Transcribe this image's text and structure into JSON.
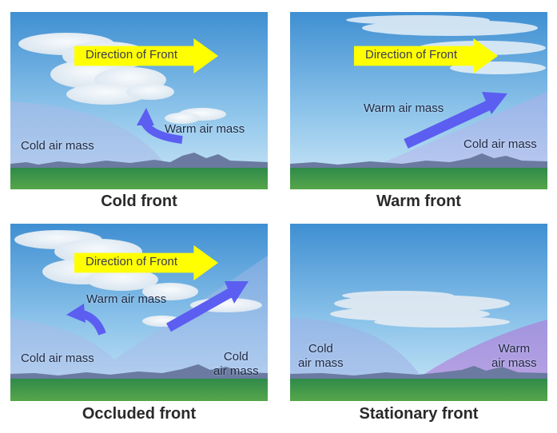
{
  "colors": {
    "sky_top": "#3f8fd2",
    "sky_bottom": "#c9e6f6",
    "ground": "#3f8f48",
    "direction_arrow": "#ffff00",
    "air_arrow": "#5b5ef0"
  },
  "panels": [
    {
      "caption": "Cold front",
      "direction": "Direction of Front",
      "labels": {
        "warm": "Warm air mass",
        "cold": "Cold air mass"
      }
    },
    {
      "caption": "Warm front",
      "direction": "Direction of Front",
      "labels": {
        "warm": "Warm air mass",
        "cold": "Cold air mass"
      }
    },
    {
      "caption": "Occluded front",
      "direction": "Direction of Front",
      "labels": {
        "warm": "Warm air mass",
        "cold_left": "Cold air mass",
        "cold_right_1": "Cold",
        "cold_right_2": "air mass"
      }
    },
    {
      "caption": "Stationary front",
      "labels": {
        "cold_1": "Cold",
        "cold_2": "air mass",
        "warm_1": "Warm",
        "warm_2": "air mass"
      }
    }
  ]
}
